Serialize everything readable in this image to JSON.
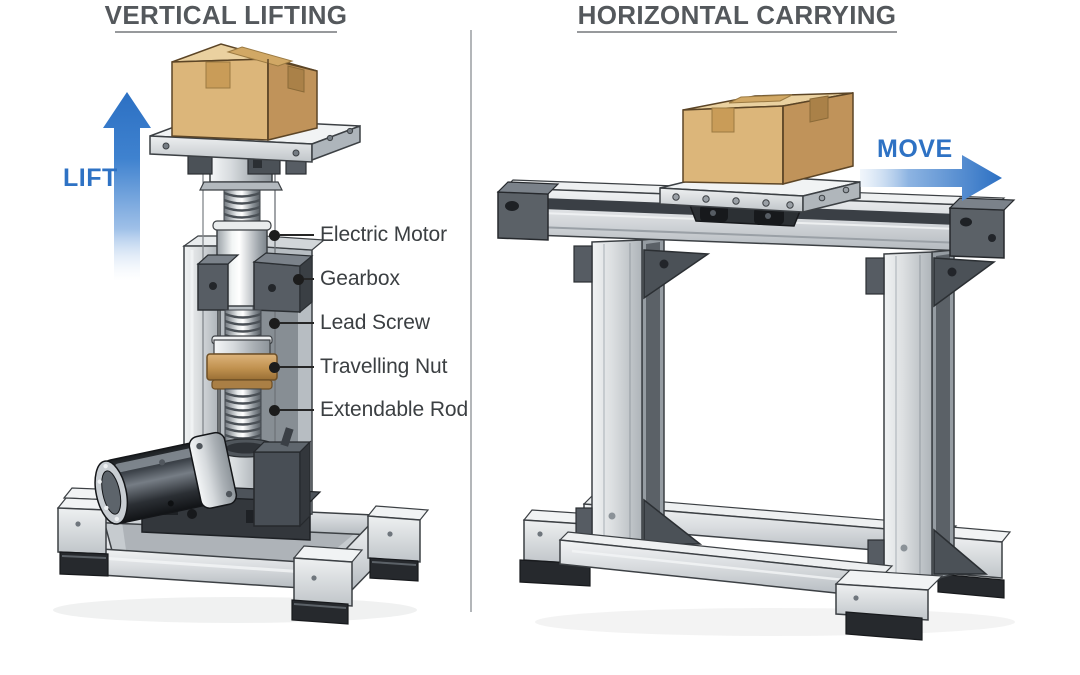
{
  "left_panel": {
    "title": "VERTICAL LIFTING",
    "arrow_label": "LIFT",
    "part_labels": [
      {
        "text": "Electric Motor"
      },
      {
        "text": "Gearbox"
      },
      {
        "text": "Lead Screw"
      },
      {
        "text": "Travelling Nut"
      },
      {
        "text": "Extendable Rod"
      }
    ]
  },
  "right_panel": {
    "title": "HORIZONTAL CARRYING",
    "arrow_label": "MOVE"
  },
  "colors": {
    "arrow_blue": "#2e72c4",
    "title_text": "#54585c",
    "label_text": "#3b3f42",
    "box_cardboard": "#dcb67a",
    "metal_light": "#e9ecee",
    "metal_dark": "#4b5157",
    "brass_nut": "#c0914f"
  }
}
